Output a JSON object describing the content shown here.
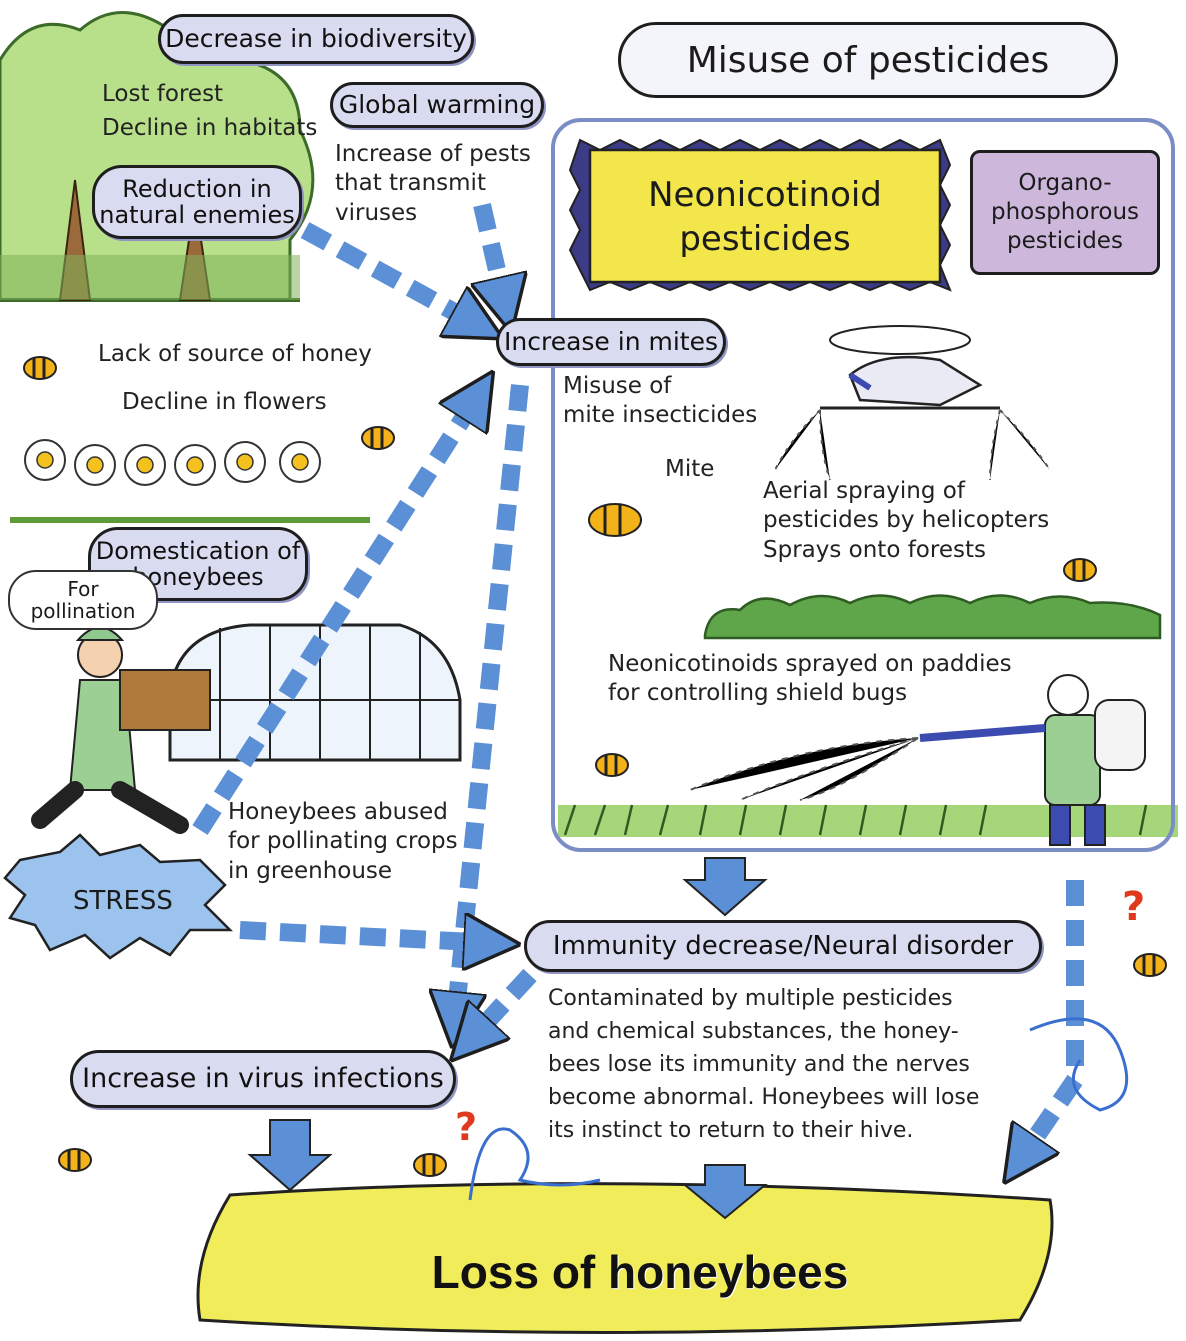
{
  "top": {
    "misuse_title": "Misuse of pesticides",
    "decrease_biodiversity": "Decrease in biodiversity",
    "lost_forest": "Lost forest",
    "decline_habitats": "Decline in habitats",
    "global_warming": "Global warming",
    "increase_pests": "Increase of pests\nthat transmit\nviruses",
    "reduction_enemies": "Reduction in\nnatural enemies"
  },
  "pesticides": {
    "neonicotinoid": "Neonicotinoid\npesticides",
    "organophosphorous": "Organo-\nphosphorous\npesticides"
  },
  "mites": {
    "increase_mites": "Increase in mites",
    "misuse_mite": "Misuse of\nmite insecticides",
    "mite_label": "Mite"
  },
  "spraying": {
    "aerial": "Aerial spraying of\npesticides by helicopters\nSprays onto forests",
    "paddies": "Neonicotinoids sprayed on paddies\nfor controlling shield bugs"
  },
  "honey": {
    "lack_source": "Lack of source of honey",
    "decline_flowers": "Decline in flowers"
  },
  "domestication": {
    "title": "Domestication of\nhoneybees",
    "for_pollination": "For\npollination",
    "abused": "Honeybees abused\nfor pollinating crops\nin greenhouse",
    "stress": "STRESS"
  },
  "immunity": {
    "title": "Immunity decrease/Neural disorder",
    "description": "Contaminated by multiple pesticides\nand chemical substances, the honey-\nbees lose its immunity and the nerves\nbecome abnormal. Honeybees will lose\nits instinct to return to their hive."
  },
  "virus": {
    "title": "Increase in virus infections"
  },
  "result": {
    "loss_prefix": "Loss of",
    "loss_suffix": "honeybees"
  },
  "colors": {
    "pill_fill": "#d9dcf0",
    "neonicotinoid_fill": "#f2e64a",
    "organo_fill": "#cdb8dc",
    "arrow_blue": "#5b8fd6",
    "loss_fill": "#f0ec5a",
    "stress_fill": "#9cc3ee"
  }
}
